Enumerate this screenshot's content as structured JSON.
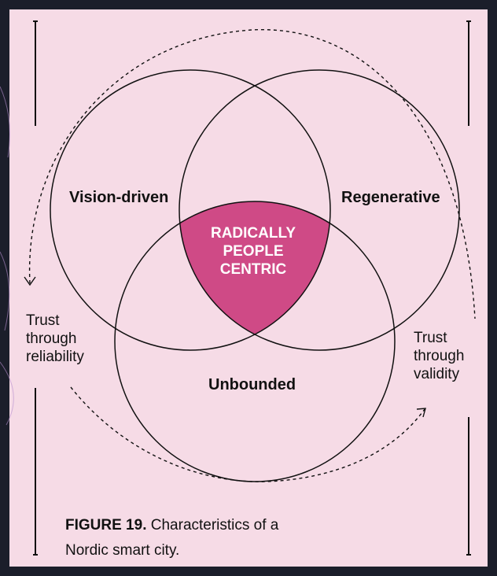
{
  "circles": {
    "left": "Vision-driven",
    "right": "Regenerative",
    "bottom": "Unbounded",
    "center": "RADICALLY\nPEOPLE\nCENTRIC"
  },
  "sides": {
    "left": "Trust\nthrough\nreliability",
    "right": "Trust\nthrough\nvalidity"
  },
  "caption": {
    "figure": "FIGURE 19.",
    "text": " Characteristics of a Nordic smart city."
  },
  "colors": {
    "background": "#f6dbe6",
    "accent": "#cf4a86",
    "stroke": "#111111"
  }
}
